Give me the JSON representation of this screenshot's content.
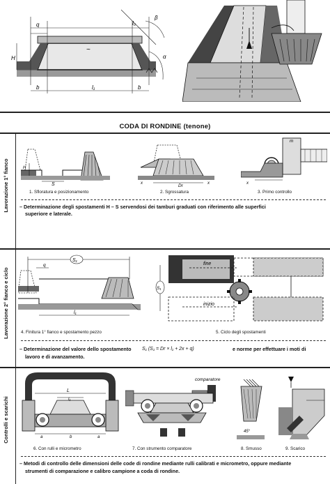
{
  "title": "CODA DI RONDINE (tenone)",
  "sections": [
    {
      "label": "Lavorazione 1° fianco",
      "captions": [
        "1. Sfloratura e posizionamento",
        "2. Sgrossatura",
        "3. Primo controllo"
      ],
      "note_line1": "– Determinazione degli spostamenti H – S servendosi dei tamburi graduati con riferimento alle superfici",
      "note_line2": "superiore e laterale."
    },
    {
      "label": "Lavorazione 2° fianco e ciclo",
      "captions": [
        "4. Finitura 1° fianco e spostamento pezzo",
        "5. Ciclo degli spostamenti"
      ],
      "note_line1_a": "– Determinazione del valore dello spostamento",
      "formula": "S₁ (S₁ = Dr × l₁ + 2x + q)",
      "note_line1_b": "e norme per effettuare i moti di",
      "note_line2": "lavoro e di avanzamento."
    },
    {
      "label": "Controlli e scarichi",
      "captions": [
        "6. Con rulli e micrometro",
        "7. Con strumento comparatore",
        "8. Smusso",
        "9. Scarico"
      ],
      "note_line1": "– Metodi di controllo delle dimensioni delle code di rondine mediante rulli calibrati e micrometro, oppure mediante",
      "note_line2": "strumenti di comparazione e calibro campione a coda di rondine."
    }
  ],
  "figure_labels": {
    "top": [
      "q",
      "l₀",
      "β",
      "H",
      "α",
      "b",
      "l₁",
      "b"
    ],
    "fig2": [
      "Dr",
      "x"
    ],
    "fig3": [
      "m"
    ],
    "fig4": [
      "S₁",
      "q",
      "l₁"
    ],
    "fig5": [
      "fine",
      "inizio",
      "S₁"
    ],
    "fig6": [
      "L",
      "l₁",
      "b",
      "a",
      "a"
    ],
    "fig7": [
      "comparatore"
    ],
    "fig8": [
      "45°"
    ]
  }
}
